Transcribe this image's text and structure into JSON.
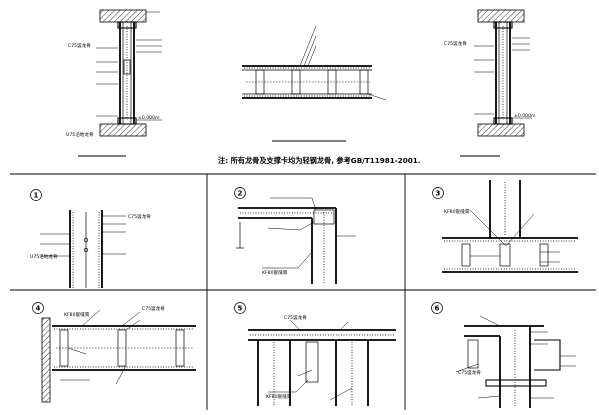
{
  "details_top": {
    "left": {
      "stud": "C75竖龙骨",
      "track": "U75沿地龙骨",
      "elevation": "±0.000m",
      "labels": [
        "",
        "",
        "",
        "",
        "",
        ""
      ],
      "caption": ""
    },
    "middle": {
      "labels": [
        "",
        "",
        ""
      ],
      "caption": ""
    },
    "right": {
      "stud": "C75竖龙骨",
      "elevation": "±0.000m",
      "labels": [
        "",
        "",
        "",
        "",
        "",
        ""
      ],
      "caption": ""
    }
  },
  "note": "注: 所有龙骨及支撑卡均为轻钢龙骨, 参考GB/T11981-2001.",
  "panels": [
    {
      "number": "1",
      "labels": {
        "stud": "C75竖龙骨",
        "track": "U75沿地龙骨",
        "a": "",
        "b": "",
        "c": "",
        "d": ""
      }
    },
    {
      "number": "2",
      "labels": {
        "a": "",
        "b": "",
        "c": "",
        "joint": "KF80嵌缝膏"
      }
    },
    {
      "number": "3",
      "labels": {
        "a": "",
        "joint": "KF80嵌缝膏",
        "b": "",
        "c": "",
        "d": "",
        "e": ""
      }
    },
    {
      "number": "4",
      "labels": {
        "joint": "KF80嵌缝膏",
        "stud": "C75竖龙骨",
        "a": "",
        "b": "",
        "c": "",
        "d": ""
      }
    },
    {
      "number": "5",
      "labels": {
        "stud": "C75竖龙骨",
        "joint": "KF80嵌缝膏",
        "a": "",
        "b": "",
        "c": "",
        "d": ""
      }
    },
    {
      "number": "6",
      "labels": {
        "stud": "C75竖龙骨",
        "a": "",
        "b": "",
        "c": "",
        "d": "",
        "e": "",
        "f": "",
        "g": ""
      }
    }
  ]
}
